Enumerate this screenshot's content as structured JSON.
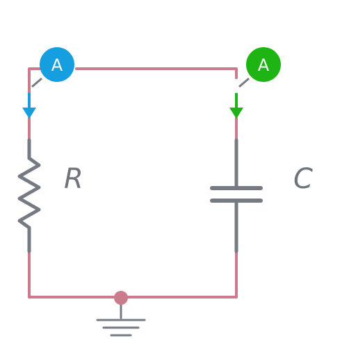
{
  "diagram": {
    "components": {
      "resistor": {
        "label": "R"
      },
      "capacitor": {
        "label": "C"
      }
    },
    "ammeters": [
      {
        "label": "A",
        "color": "#159fe0",
        "arrow": "down"
      },
      {
        "label": "A",
        "color": "#1db414",
        "arrow": "down"
      }
    ],
    "colors": {
      "wire": "#cc7b8c",
      "component": "#767b83",
      "junction": "#cc7b8c"
    }
  }
}
